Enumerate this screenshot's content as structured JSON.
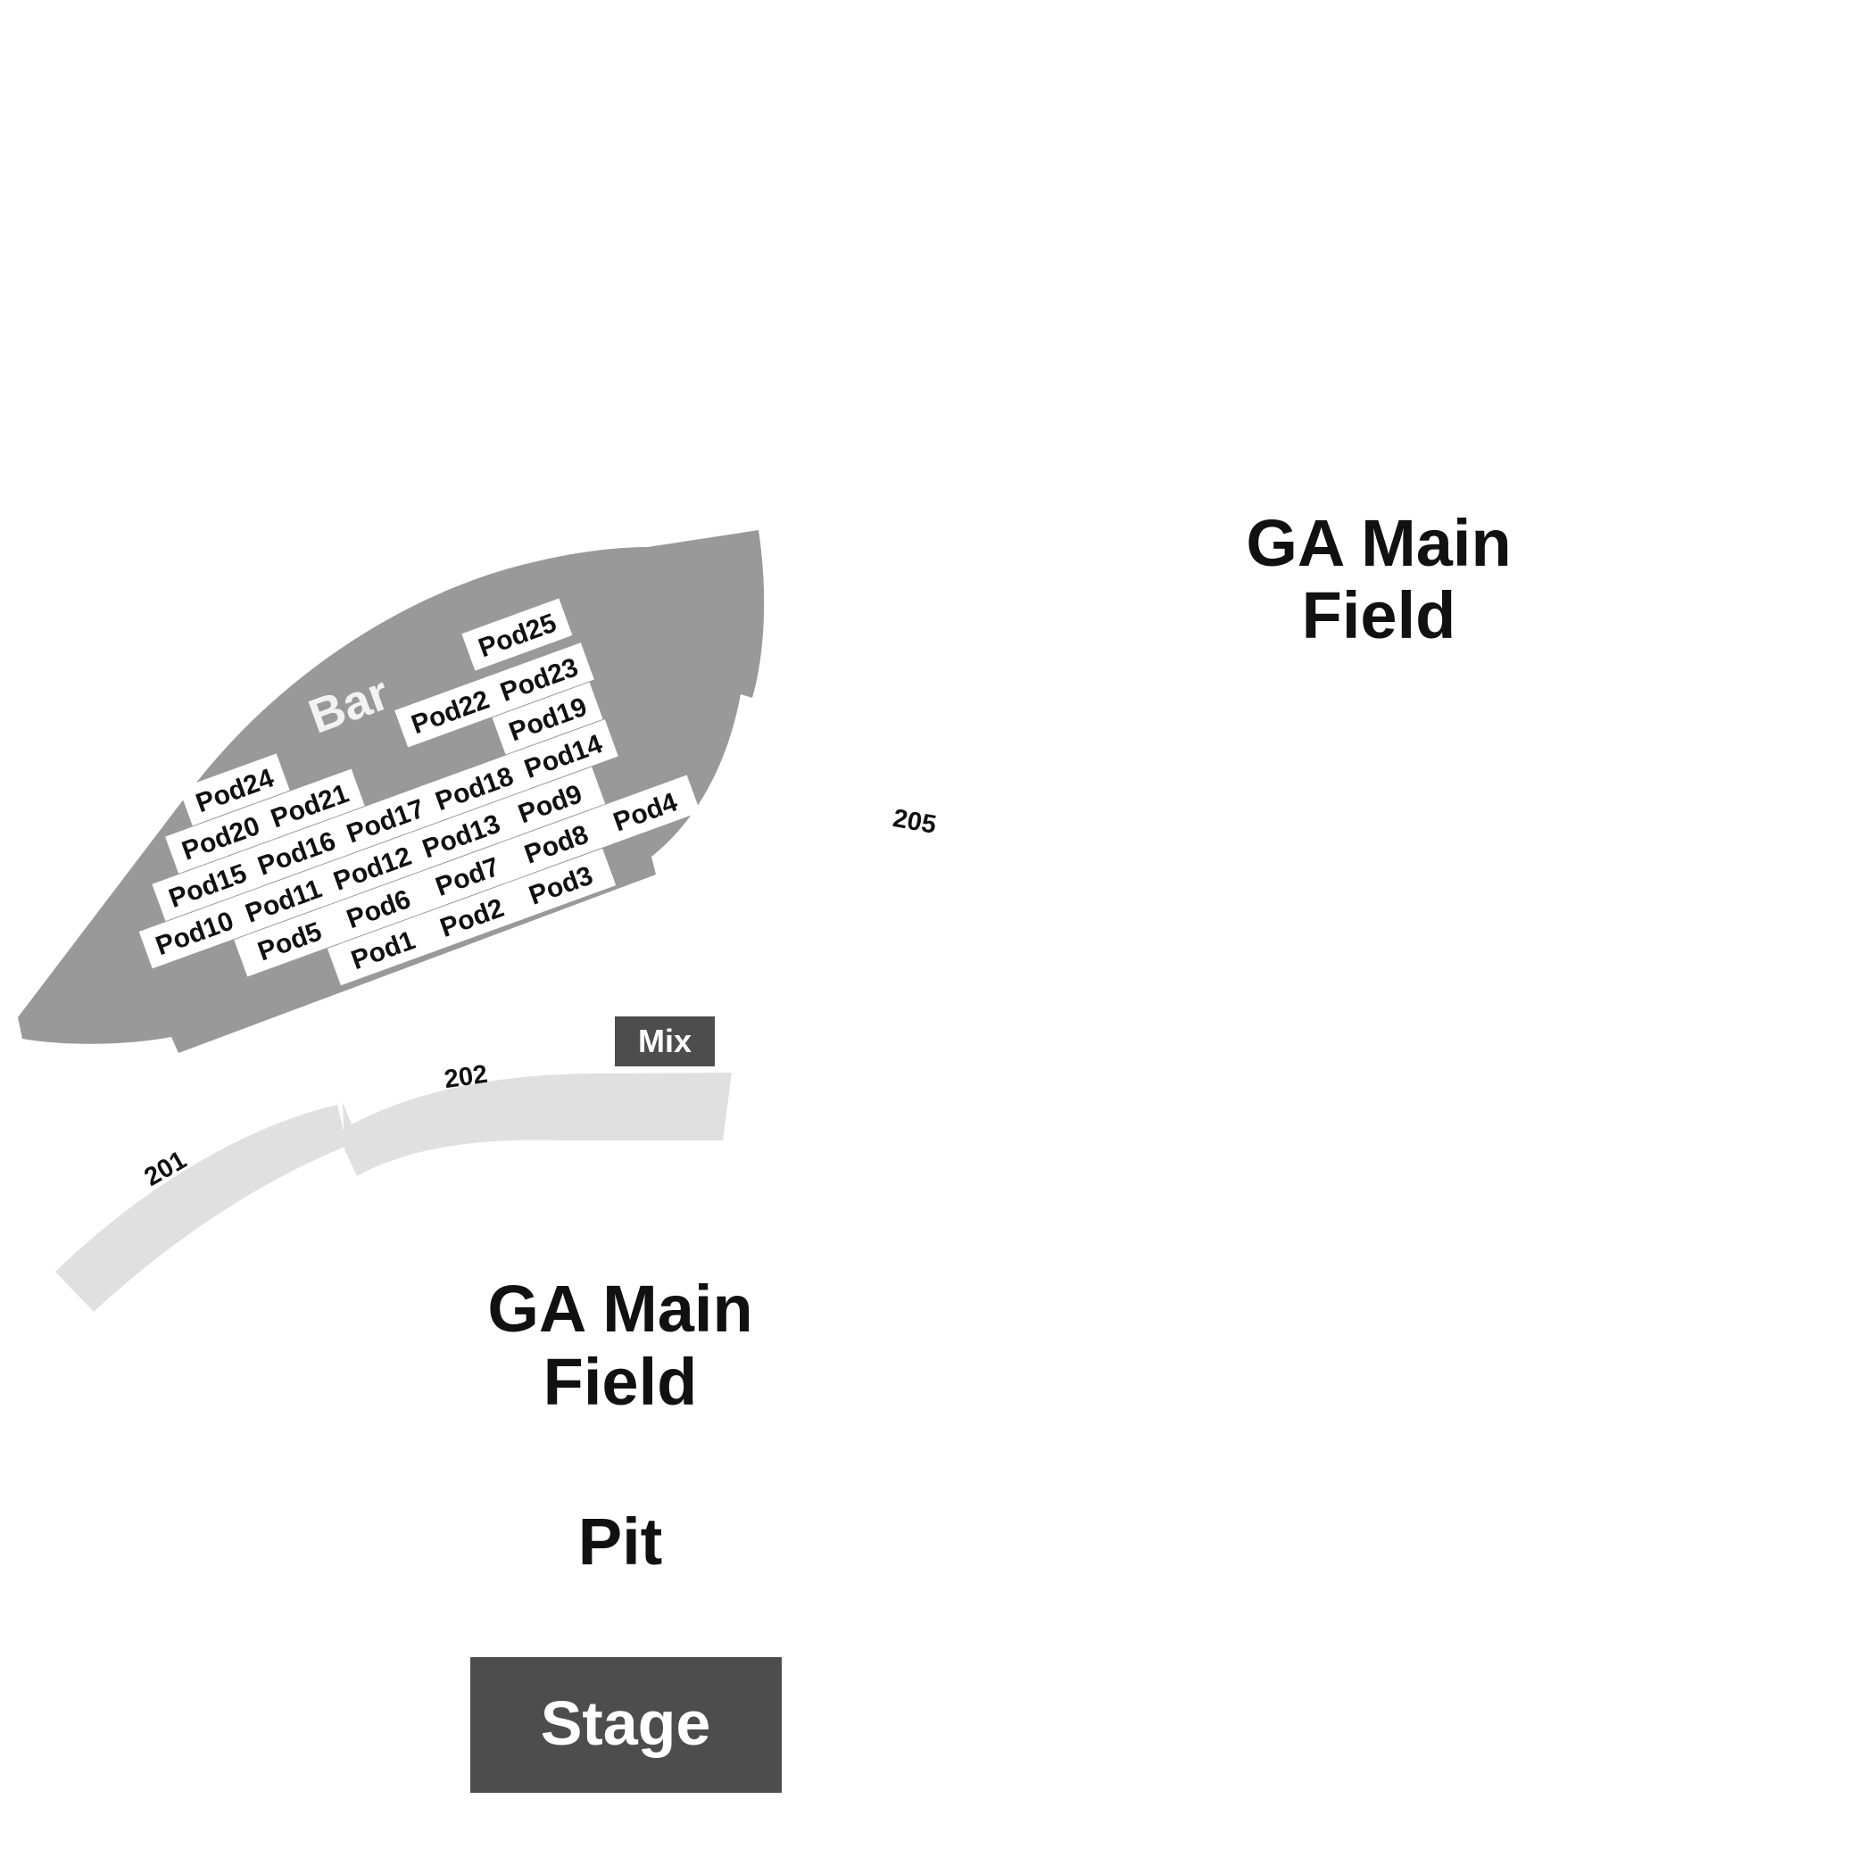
{
  "map": {
    "zones": {
      "ga_upper": {
        "line1": "GA Main",
        "line2": "Field"
      },
      "ga_lower": {
        "line1": "GA Main",
        "line2": "Field"
      },
      "pit": "Pit",
      "stage": "Stage",
      "mix": "Mix",
      "bar": "Bar"
    },
    "sections": {
      "s201": "201",
      "s202": "202",
      "s205": "205"
    },
    "pods": [
      "Pod1",
      "Pod2",
      "Pod3",
      "Pod4",
      "Pod5",
      "Pod6",
      "Pod7",
      "Pod8",
      "Pod9",
      "Pod10",
      "Pod11",
      "Pod12",
      "Pod13",
      "Pod14",
      "Pod15",
      "Pod16",
      "Pod17",
      "Pod18",
      "Pod19",
      "Pod20",
      "Pod21",
      "Pod22",
      "Pod23",
      "Pod24",
      "Pod25"
    ]
  },
  "colors": {
    "background": "#ffffff",
    "vip_area": "#999999",
    "bar_text": "#f2f2f2",
    "pod_box": "#ffffff",
    "seating_band": "#e0e0e0",
    "dark_block": "#4d4d4d",
    "dark_block_text": "#ffffff",
    "label_text": "#111111"
  }
}
